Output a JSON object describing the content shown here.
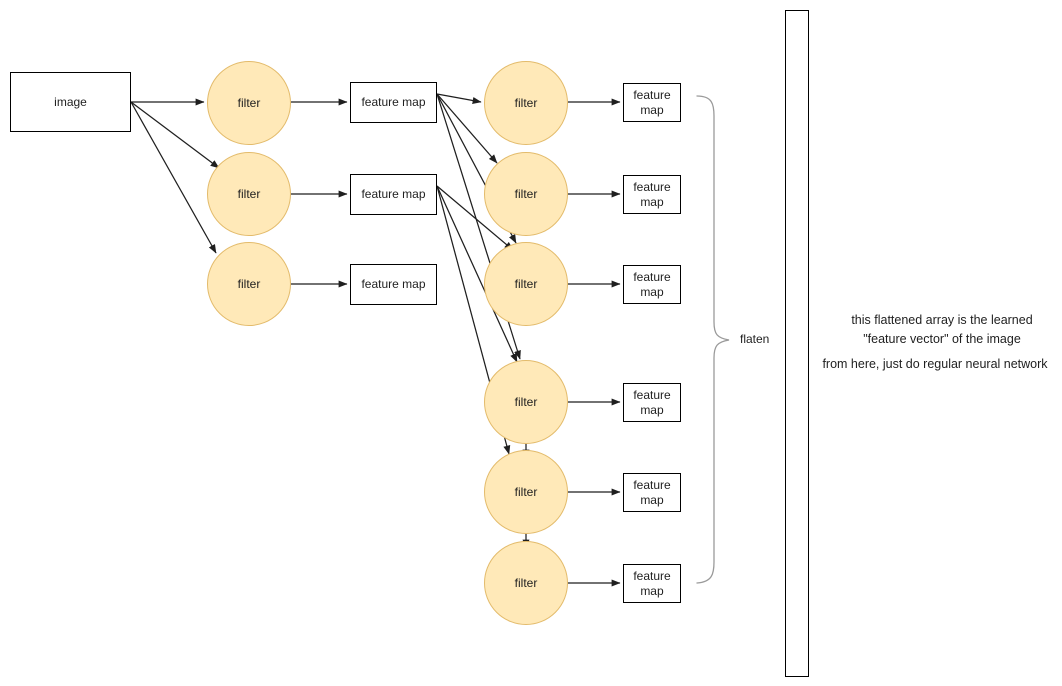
{
  "diagram": {
    "title": "convolutional neural network feature extraction diagram",
    "colors": {
      "filter_fill": "#ffe9b8",
      "filter_stroke": "#e3bb6b",
      "box_stroke": "#000000",
      "arrow": "#1f1f1f",
      "brace": "#9a9a9a",
      "text": "#1f1f1f",
      "background": "#ffffff"
    },
    "input": {
      "label": "image"
    },
    "layer1": {
      "filters": [
        {
          "label": "filter"
        },
        {
          "label": "filter"
        },
        {
          "label": "filter"
        }
      ],
      "feature_maps": [
        {
          "label": "feature map"
        },
        {
          "label": "feature map"
        },
        {
          "label": "feature map"
        }
      ]
    },
    "layer2": {
      "filters": [
        {
          "label": "filter"
        },
        {
          "label": "filter"
        },
        {
          "label": "filter"
        },
        {
          "label": "filter"
        },
        {
          "label": "filter"
        },
        {
          "label": "filter"
        }
      ],
      "feature_maps": [
        {
          "label": "feature\nmap"
        },
        {
          "label": "feature\nmap"
        },
        {
          "label": "feature\nmap"
        },
        {
          "label": "feature\nmap"
        },
        {
          "label": "feature\nmap"
        },
        {
          "label": "feature\nmap"
        }
      ]
    },
    "brace": {
      "label": "flaten"
    },
    "flattened_array": {
      "label": ""
    },
    "notes": [
      {
        "text": "this flattened array is the learned\n\"feature vector\" of the image"
      },
      {
        "text": "from here, just do regular neural network"
      }
    ]
  }
}
